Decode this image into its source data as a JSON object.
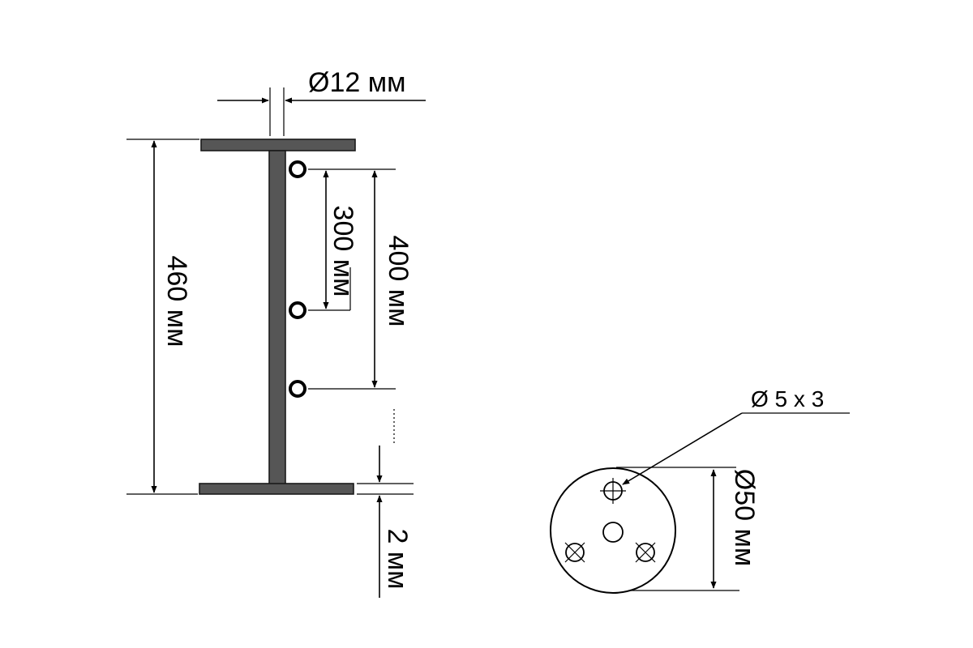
{
  "labels": {
    "rod_diameter": "Ø12 мм",
    "overall_height": "460 мм",
    "hook_spacing_short": "300 мм",
    "hook_spacing_long": "400 мм",
    "plate_thickness": "2 мм",
    "base_diameter": "Ø50 мм",
    "screw_holes": "Ø 5 x 3"
  },
  "colors": {
    "steel": "#565656",
    "line": "#000000",
    "background": "#ffffff"
  }
}
